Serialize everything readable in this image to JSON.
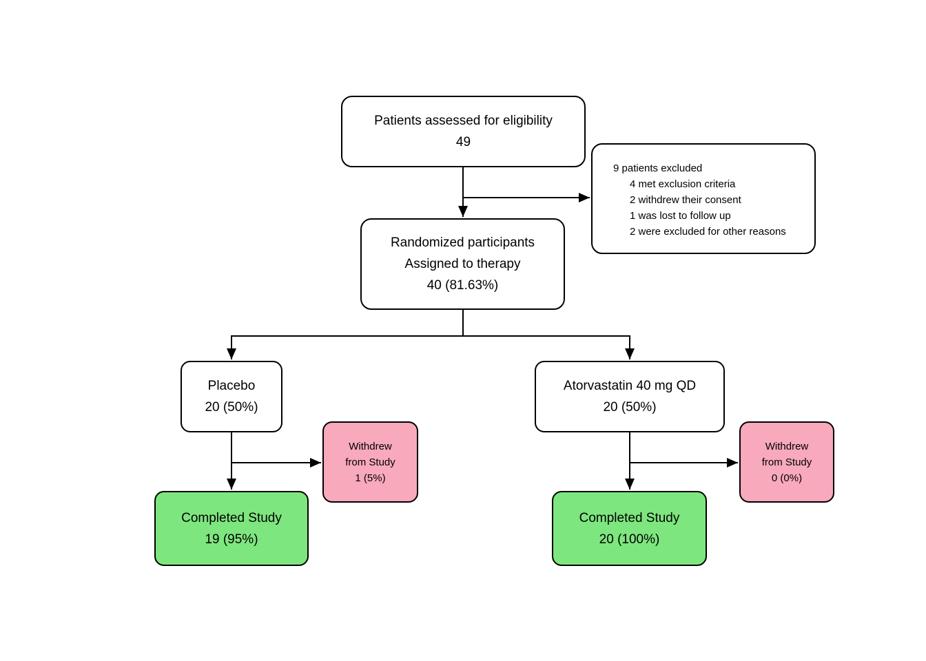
{
  "flowchart": {
    "background_color": "#FFFFFF",
    "line_color": "#000000",
    "box_fill_default": "#FFFFFF",
    "box_fill_withdrew": "#F8A9BC",
    "box_fill_completed": "#7EE67E",
    "eligibility": {
      "label": "Patients assessed for eligibility",
      "value": "49"
    },
    "excluded": {
      "title": "9 patients excluded",
      "items": [
        "4 met exclusion criteria",
        "2 withdrew their consent",
        "1 was lost to follow up",
        "2 were excluded for other reasons"
      ]
    },
    "randomized": {
      "line1": "Randomized participants",
      "line2": "Assigned to therapy",
      "value": "40 (81.63%)"
    },
    "placebo": {
      "label": "Placebo",
      "value": "20 (50%)"
    },
    "atorvastatin": {
      "label": "Atorvastatin 40 mg QD",
      "value": "20 (50%)"
    },
    "withdrew_placebo": {
      "line1": "Withdrew",
      "line2": "from Study",
      "value": "1 (5%)"
    },
    "completed_placebo": {
      "label": "Completed Study",
      "value": "19 (95%)"
    },
    "withdrew_atorvastatin": {
      "line1": "Withdrew",
      "line2": "from Study",
      "value": "0 (0%)"
    },
    "completed_atorvastatin": {
      "label": "Completed Study",
      "value": "20 (100%)"
    }
  }
}
